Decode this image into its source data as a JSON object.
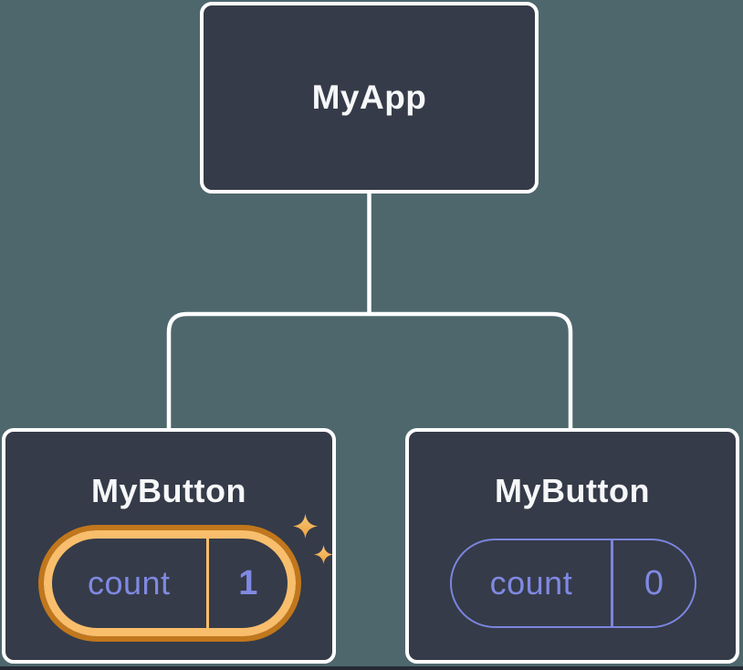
{
  "tree": {
    "root": {
      "label": "MyApp"
    },
    "children": [
      {
        "label": "MyButton",
        "state": {
          "name": "count",
          "value": "1"
        },
        "highlighted": true
      },
      {
        "label": "MyButton",
        "state": {
          "name": "count",
          "value": "0"
        },
        "highlighted": false
      }
    ]
  },
  "icons": {
    "sparkle": "four-point-star"
  },
  "colors": {
    "background": "#4E676D",
    "node_fill": "#353B48",
    "node_border": "#FFFFFF",
    "text_primary": "#F6F7F9",
    "connector": "#FFFFFF",
    "state_purple": "#8089E2",
    "state_purple_line": "#7B85DE",
    "highlight_outer": "#C1771C",
    "highlight_inner": "#F9BE6C",
    "sparkle_top": "#F9C776",
    "sparkle_bottom": "#EDA03F",
    "bottom_strip": "#262B35"
  }
}
